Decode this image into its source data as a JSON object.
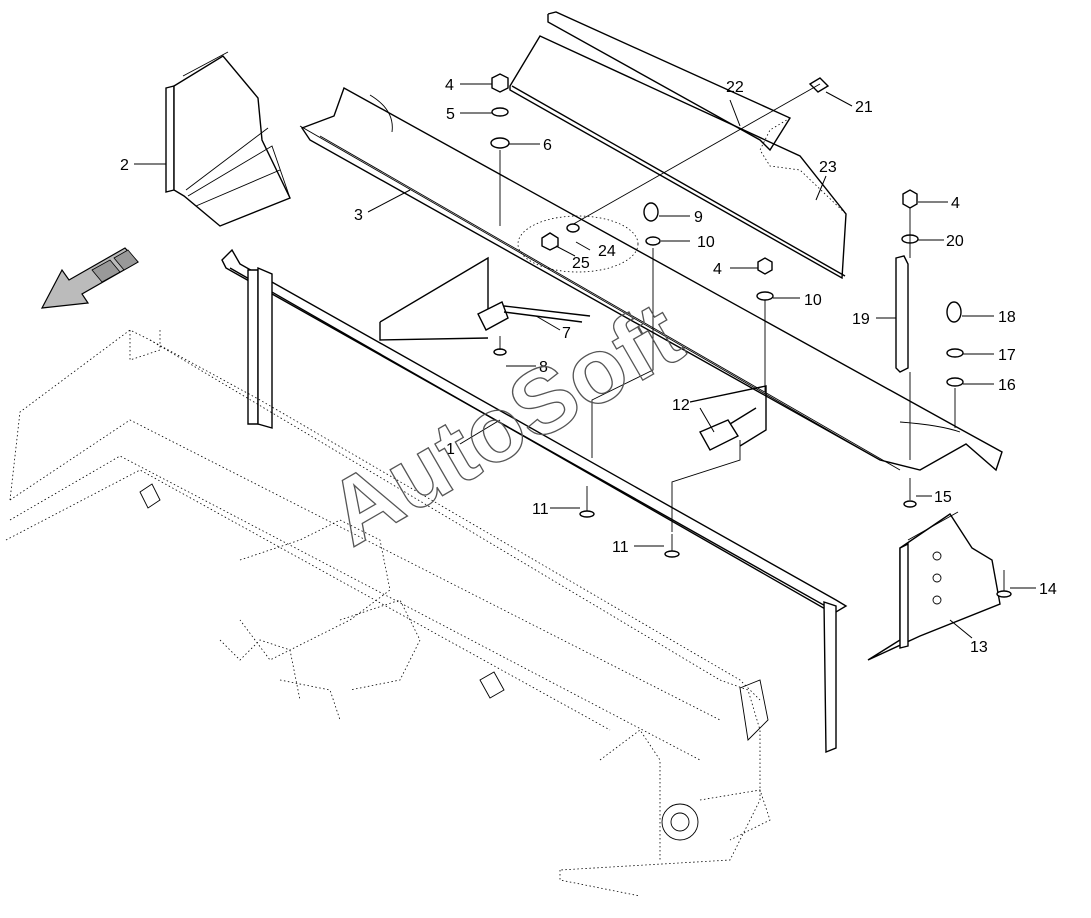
{
  "watermark": "AutoSoft",
  "part_labels": {
    "p1": "1",
    "p2": "2",
    "p3": "3",
    "p4a": "4",
    "p4b": "4",
    "p4c": "4",
    "p5": "5",
    "p6": "6",
    "p7": "7",
    "p8": "8",
    "p9": "9",
    "p10a": "10",
    "p10b": "10",
    "p11a": "11",
    "p11b": "11",
    "p12": "12",
    "p13": "13",
    "p14": "14",
    "p15": "15",
    "p16": "16",
    "p17": "17",
    "p18": "18",
    "p19": "19",
    "p20": "20",
    "p21": "21",
    "p22": "22",
    "p23": "23",
    "p24": "24",
    "p25": "25"
  }
}
